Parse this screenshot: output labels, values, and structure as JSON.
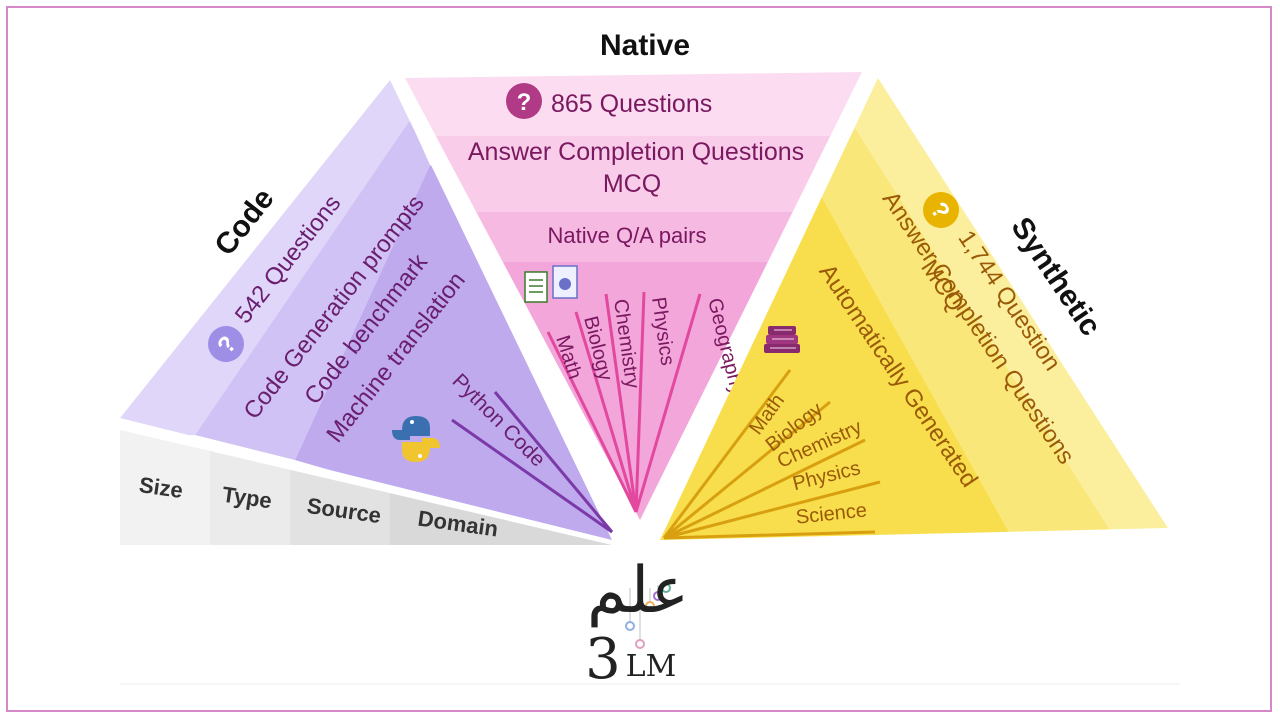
{
  "native": {
    "title": "Native",
    "count": "865 Questions",
    "types_line1": "Answer Completion Questions",
    "types_line2": "MCQ",
    "source": "Native Q/A pairs",
    "domains": [
      "Math",
      "Biology",
      "Chemistry",
      "Physics",
      "Geography"
    ]
  },
  "code": {
    "title": "Code",
    "count": "542 Questions",
    "type": "Code Generation prompts",
    "source_line1": "Code benchmark",
    "source_line2": "Machine translation",
    "domain": "Python Code"
  },
  "synthetic": {
    "title": "Synthetic",
    "count": "1,744 Question",
    "types_line1": "Answer Completion Questions",
    "types_line2": "MCQ",
    "source": "Automatically Generated",
    "domains": [
      "Math",
      "Biology",
      "Chemistry",
      "Physics",
      "Science"
    ]
  },
  "legend": {
    "size": "Size",
    "type": "Type",
    "source": "Source",
    "domain": "Domain"
  },
  "logo": {
    "arabic": "علم",
    "latin_digit": "3",
    "latin_letters": "LM"
  },
  "icons": {
    "question": "?",
    "question_icon": "question-circle-icon",
    "document_icon": "document-icon",
    "books_icon": "books-icon",
    "python_icon": "python-logo-icon"
  },
  "colors": {
    "native_light": "#fbdcf0",
    "native_mid": "#f6b4e0",
    "native_dark": "#f08ad0",
    "native_text": "#7a1860",
    "native_lines": "#e2489e",
    "code_light": "#ebe4fb",
    "code_mid": "#d9cdf7",
    "code_dark": "#b7a2ec",
    "code_text": "#6a1e6e",
    "code_lines": "#7b3aa8",
    "synthetic_light": "#fdf6c8",
    "synthetic_mid": "#fbea80",
    "synthetic_dark": "#f8de40",
    "synthetic_text": "#9a5a08",
    "synthetic_lines": "#d8a010",
    "native_badge": "#b03a86",
    "code_badge": "#9e8ee6",
    "synthetic_badge": "#e8b400"
  }
}
